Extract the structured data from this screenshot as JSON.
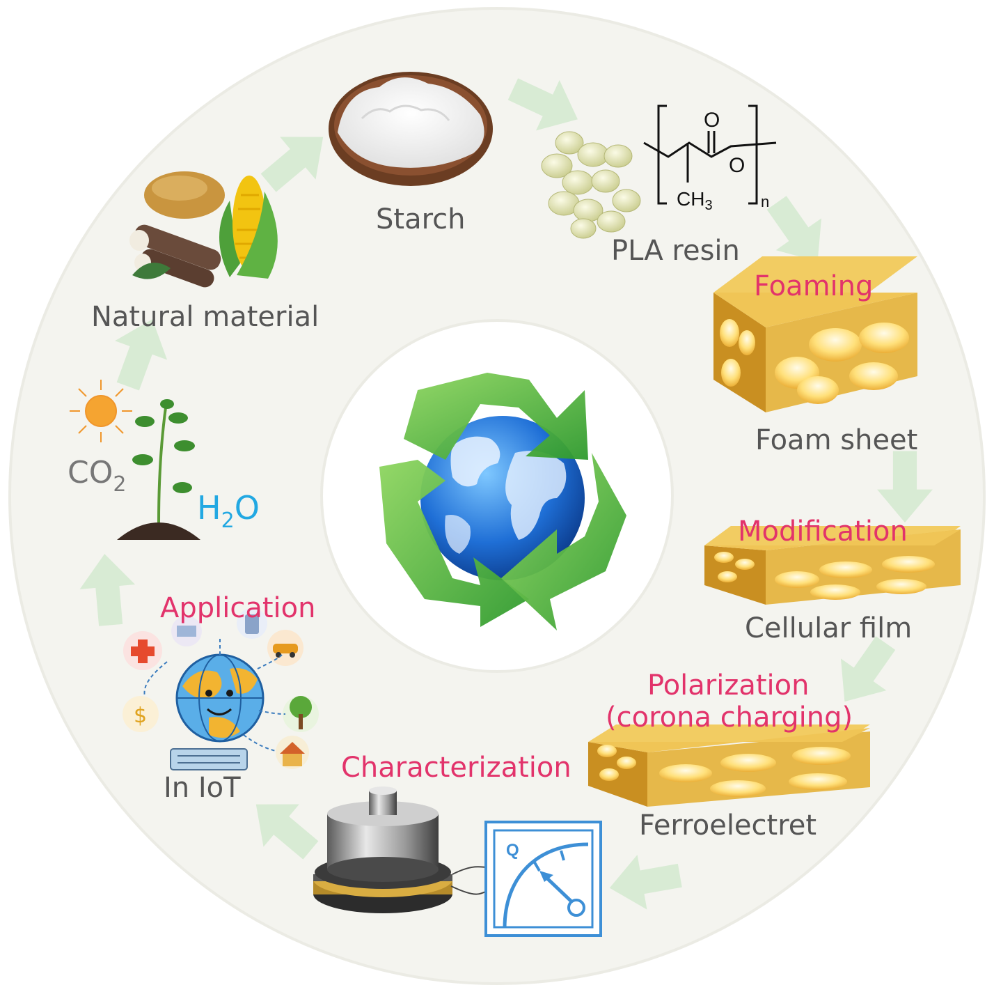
{
  "labels": {
    "starch": "Starch",
    "pla_resin": "PLA resin",
    "natural_material": "Natural material",
    "foaming": "Foaming",
    "foam_sheet": "Foam sheet",
    "modification": "Modification",
    "cellular_film": "Cellular film",
    "polarization_line1": "Polarization",
    "polarization_line2": "(corona charging)",
    "ferroelectret": "Ferroelectret",
    "characterization": "Characterization",
    "application": "Application",
    "in_iot": "In IoT",
    "co2_base": "CO",
    "co2_sub": "2",
    "h2o_h": "H",
    "h2o_sub": "2",
    "h2o_o": "O",
    "pla_o_top": "O",
    "pla_o_ring": "O",
    "pla_ch3": "CH",
    "pla_ch3_sub": "3",
    "pla_n": "n",
    "meter_q": "Q"
  },
  "colors": {
    "ring": "#f4f4ef",
    "arrow": "#d8ebd4",
    "label_gray": "#555555",
    "label_pink": "#e2336b",
    "label_blue": "#22a8e2",
    "foam_gold": "#e6b84a",
    "recycle_green": "#4fb83a",
    "meter_blue": "#3d8fd6"
  },
  "icons": [
    "recycle-globe-icon",
    "starch-bowl-icon",
    "pla-pellets-icon",
    "pla-structure-icon",
    "potato-icon",
    "corn-icon",
    "cassava-icon",
    "sun-icon",
    "plant-icon",
    "foam-block-icon",
    "cellular-film-icon",
    "ferroelectret-icon",
    "piezo-sensor-icon",
    "charge-meter-icon",
    "iot-globe-icon"
  ]
}
